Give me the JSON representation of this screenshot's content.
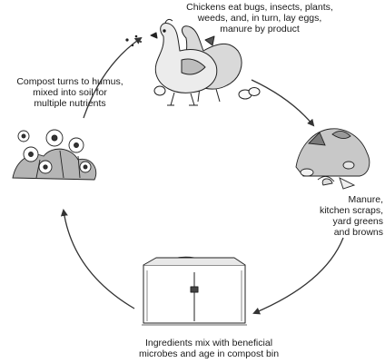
{
  "labels": {
    "chickens": [
      "Chickens eat bugs, insects, plants,",
      "weeds, and, in turn, lay eggs,",
      "manure by product"
    ],
    "compost_to_humus": [
      "Compost turns to humus,",
      "mixed into soil for",
      "multiple nutrients"
    ],
    "manure_scraps": [
      "Manure,",
      "kitchen scraps,",
      "yard greens",
      "and browns"
    ],
    "compost_bin": [
      "Ingredients mix with beneficial",
      "microbes and age in compost bin"
    ]
  },
  "icons": [
    "chickens-illustration",
    "eggs-illustration",
    "scraps-pile-illustration",
    "compost-bin-illustration",
    "flowers-illustration",
    "cycle-arrow-icon"
  ],
  "colors": {
    "ink": "#1a1a1a",
    "shade": "#8a8a8a",
    "background": "#ffffff"
  }
}
